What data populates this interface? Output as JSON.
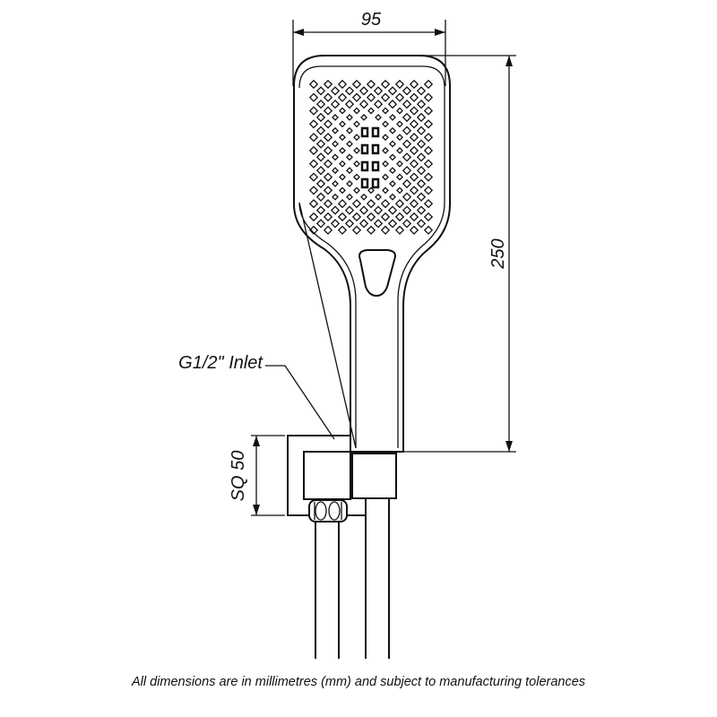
{
  "dimensions": {
    "width_label": "95",
    "height_label": "250",
    "bracket_label": "SQ 50"
  },
  "callouts": {
    "inlet_label": "G1/2\" Inlet"
  },
  "footer": {
    "note": "All dimensions are in millimetres (mm) and subject to manufacturing tolerances"
  }
}
